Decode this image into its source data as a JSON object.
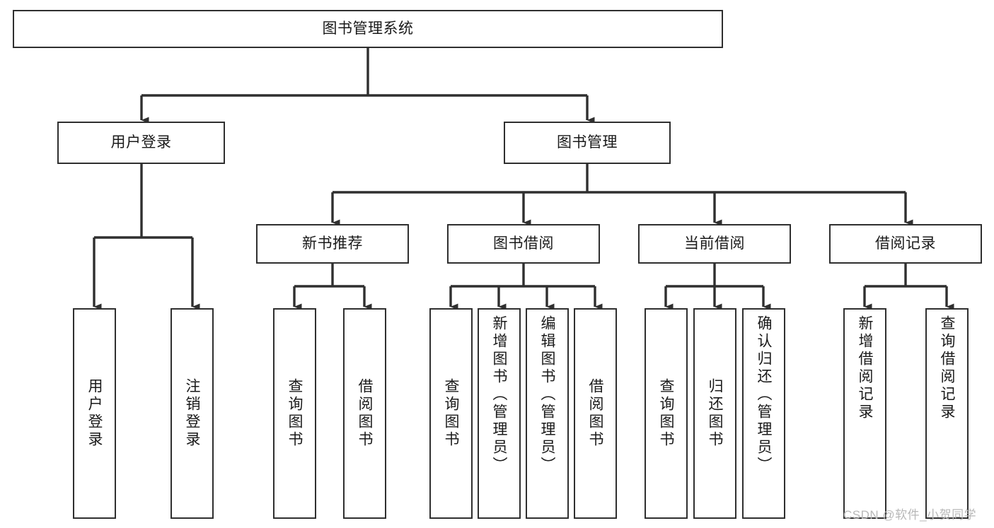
{
  "diagram": {
    "type": "tree",
    "title": "图书管理系统",
    "orientation": "top-down",
    "colors": {
      "box_border": "#2f2f2f",
      "box_fill": "#ffffff",
      "connector": "#2f2f2f",
      "text": "#1a1a1a",
      "watermark": "#b8b8b8"
    },
    "root": {
      "label": "图书管理系统"
    },
    "level2": [
      {
        "label": "用户登录"
      },
      {
        "label": "图书管理"
      }
    ],
    "level3": [
      {
        "label": "新书推荐"
      },
      {
        "label": "图书借阅"
      },
      {
        "label": "当前借阅"
      },
      {
        "label": "借阅记录"
      }
    ],
    "leaves": {
      "user_login": [
        {
          "label": "用户登录"
        },
        {
          "label": "注销登录"
        }
      ],
      "new_book_recommend": [
        {
          "label": "查询图书"
        },
        {
          "label": "借阅图书"
        }
      ],
      "book_borrow": [
        {
          "label": "查询图书"
        },
        {
          "label": "新增图书（管理员）"
        },
        {
          "label": "编辑图书（管理员）"
        },
        {
          "label": "借阅图书"
        }
      ],
      "current_borrow": [
        {
          "label": "查询图书"
        },
        {
          "label": "归还图书"
        },
        {
          "label": "确认归还（管理员）"
        }
      ],
      "borrow_record": [
        {
          "label": "新增借阅记录"
        },
        {
          "label": "查询借阅记录"
        }
      ]
    }
  },
  "watermark": {
    "text": "CSDN @软件_小贺同学"
  }
}
